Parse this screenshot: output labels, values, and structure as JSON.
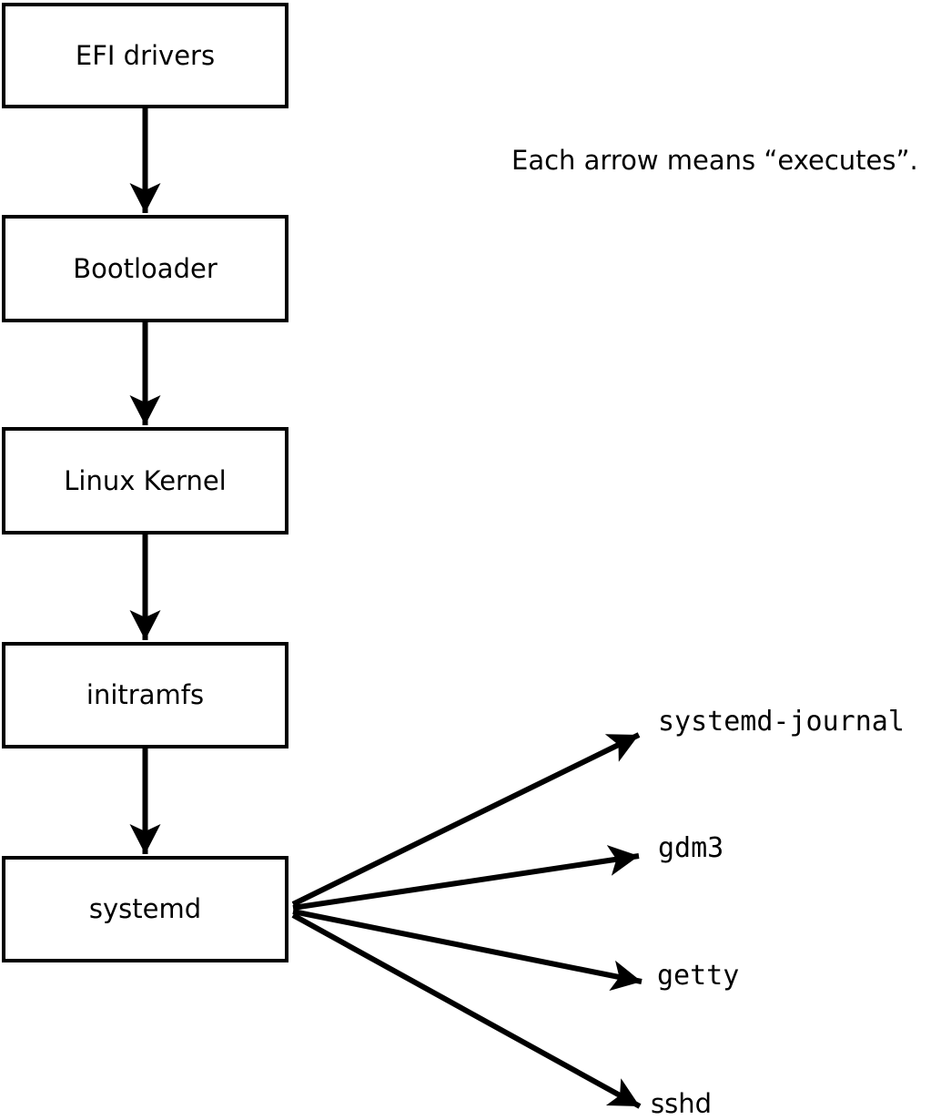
{
  "diagram": {
    "annotation": "Each arrow means “executes”.",
    "arrow_meaning": "executes",
    "chain": [
      {
        "label": "EFI drivers"
      },
      {
        "label": "Bootloader"
      },
      {
        "label": "Linux Kernel"
      },
      {
        "label": "initramfs"
      },
      {
        "label": "systemd"
      }
    ],
    "spawned": [
      {
        "label": "systemd-journal"
      },
      {
        "label": "gdm3"
      },
      {
        "label": "getty"
      },
      {
        "label": "sshd"
      }
    ],
    "edges": [
      {
        "from": "EFI drivers",
        "to": "Bootloader"
      },
      {
        "from": "Bootloader",
        "to": "Linux Kernel"
      },
      {
        "from": "Linux Kernel",
        "to": "initramfs"
      },
      {
        "from": "initramfs",
        "to": "systemd"
      },
      {
        "from": "systemd",
        "to": "systemd-journal"
      },
      {
        "from": "systemd",
        "to": "gdm3"
      },
      {
        "from": "systemd",
        "to": "getty"
      },
      {
        "from": "systemd",
        "to": "sshd"
      }
    ],
    "colors": {
      "stroke": "#000000",
      "box_fill": "#ffffff",
      "text": "#000000",
      "background": "#ffffff"
    }
  }
}
